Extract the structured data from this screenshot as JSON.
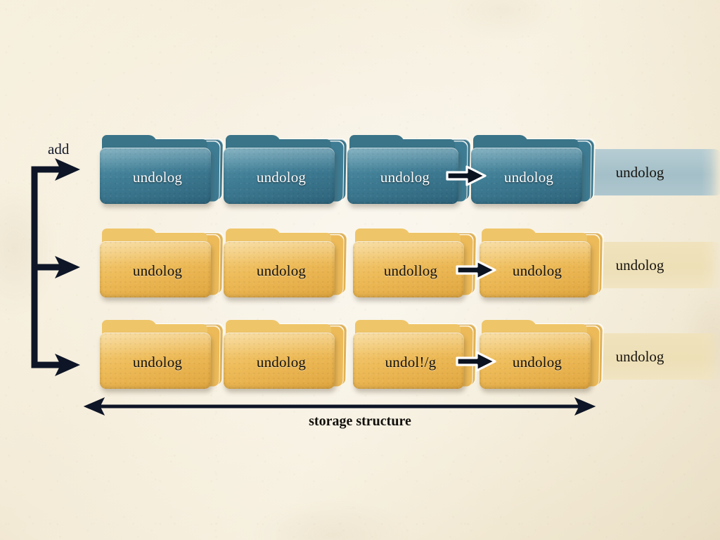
{
  "diagram": {
    "background_color": "#f3ead6",
    "add_label": "add",
    "caption": "storage structure",
    "teal_color": "#3f7d95",
    "amber_color": "#eebc5a",
    "ghost_teal_color": "#a4bfc8",
    "ghost_amber_color": "#eddfb6",
    "arrow_color": "#0d1526"
  },
  "rows": [
    {
      "id": "row-1",
      "color": "teal",
      "folders": [
        {
          "label": "undolog"
        },
        {
          "label": "undolog"
        },
        {
          "label": "undolog"
        },
        {
          "label": "undolog"
        }
      ],
      "arrow_after_index": 3,
      "ghost": {
        "label": "undolog"
      }
    },
    {
      "id": "row-2",
      "color": "amber",
      "folders": [
        {
          "label": "undolog"
        },
        {
          "label": "undolog"
        },
        {
          "label": "undollog"
        },
        {
          "label": "undolog"
        }
      ],
      "arrow_after_index": 3,
      "ghost": {
        "label": "undolog"
      }
    },
    {
      "id": "row-3",
      "color": "amber",
      "folders": [
        {
          "label": "undolog"
        },
        {
          "label": "undolog"
        },
        {
          "label": "undol!/g"
        },
        {
          "label": "undolog"
        }
      ],
      "arrow_after_index": 3,
      "ghost": {
        "label": "undolog"
      }
    }
  ]
}
